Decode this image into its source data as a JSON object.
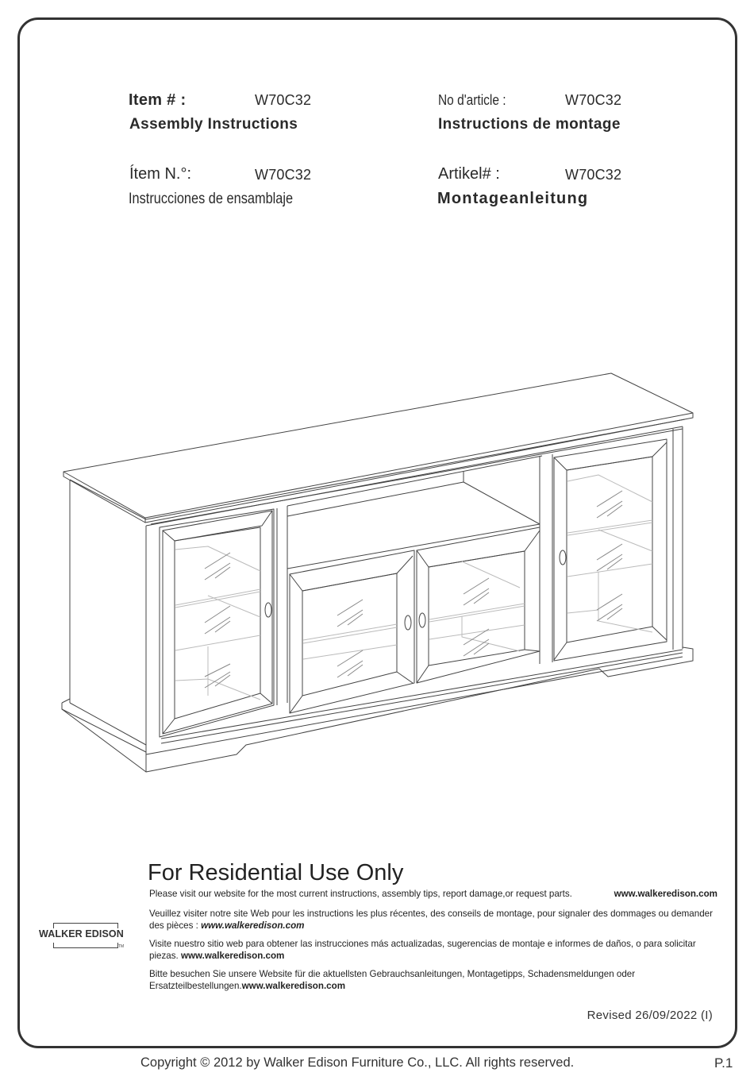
{
  "header": {
    "en": {
      "label": "Item # :",
      "code": "W70C32",
      "subtitle": "Assembly  Instructions"
    },
    "fr": {
      "label": "No d'article :",
      "code": "W70C32",
      "subtitle": "Instructions de montage"
    },
    "es": {
      "label": "Ítem N.°:",
      "code": "W70C32",
      "subtitle": "Instrucciones de ensamblaje"
    },
    "de": {
      "label": "Artikel# :",
      "code": "W70C32",
      "subtitle": "Montageanleitung"
    }
  },
  "illustration": {
    "subject": "tv-stand-cabinet-line-drawing",
    "line_color": "#444444",
    "shelf_color": "#bbbbbb"
  },
  "notice": {
    "title": "For Residential Use Only",
    "en": {
      "text": "Please visit our website for the most current instructions, assembly tips, report damage,or request parts.",
      "url": "www.walkeredison.com"
    },
    "fr": {
      "text": "Veuillez visiter notre site Web pour les instructions les plus récentes, des conseils de montage, pour signaler des dommages ou demander des pièces : ",
      "url": "www.walkeredison.com"
    },
    "es": {
      "text": "Visite nuestro sitio web para obtener las instrucciones más actualizadas, sugerencias de montaje e informes de daños, o para solicitar piezas. ",
      "url": "www.walkeredison.com"
    },
    "de": {
      "text": "Bitte besuchen Sie unsere Website für die aktuellsten Gebrauchsanleitungen, Montagetipps, Schadensmeldungen oder Ersatzteilbestellungen.",
      "url": "www.walkeredison.com"
    }
  },
  "logo": {
    "text": "WALKER EDISON",
    "tm": "TM"
  },
  "revised": "Revised 26/09/2022 (I)",
  "footer": {
    "copyright": "Copyright  © 2012 by Walker Edison Furniture Co., LLC. All rights reserved.",
    "page": "P.1"
  }
}
